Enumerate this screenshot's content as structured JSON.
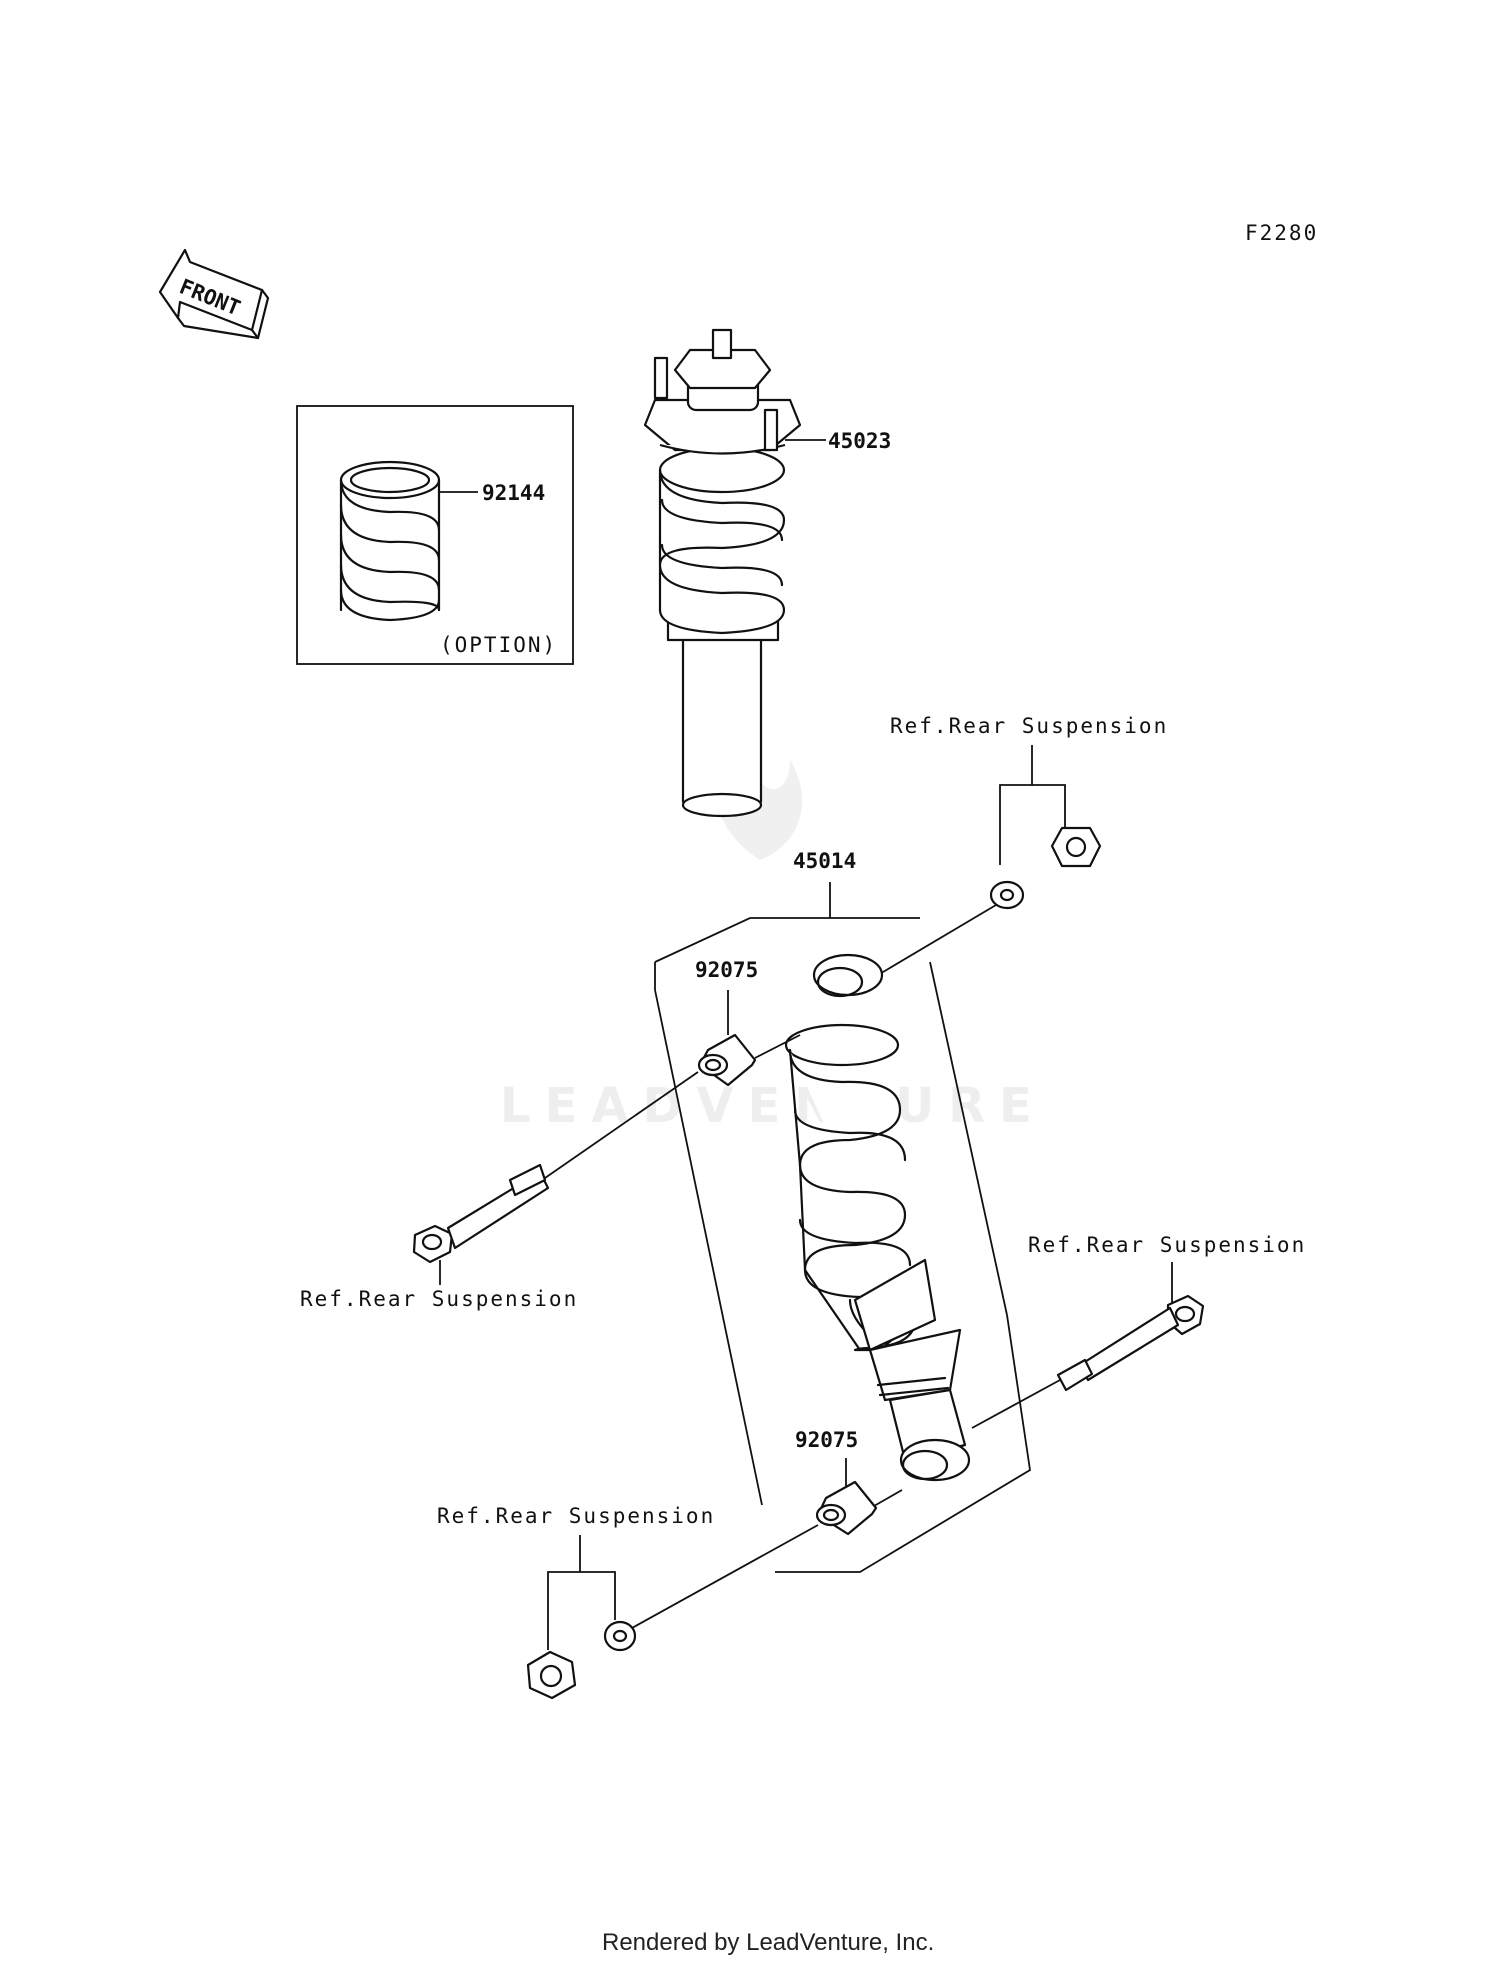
{
  "diagram_code": "F2280",
  "front_label": "FRONT",
  "watermark": "LEADVENTURE",
  "footer": "Rendered by LeadVenture, Inc.",
  "parts": {
    "spring_option": "92144",
    "option_note": "(OPTION)",
    "front_shock": "45023",
    "rear_shock": "45014",
    "bushing_upper": "92075",
    "bushing_lower": "92075"
  },
  "refs": {
    "top_right": "Ref.Rear Suspension",
    "left_bolt": "Ref.Rear Suspension",
    "right_bolt": "Ref.Rear Suspension",
    "bottom_left": "Ref.Rear Suspension"
  }
}
